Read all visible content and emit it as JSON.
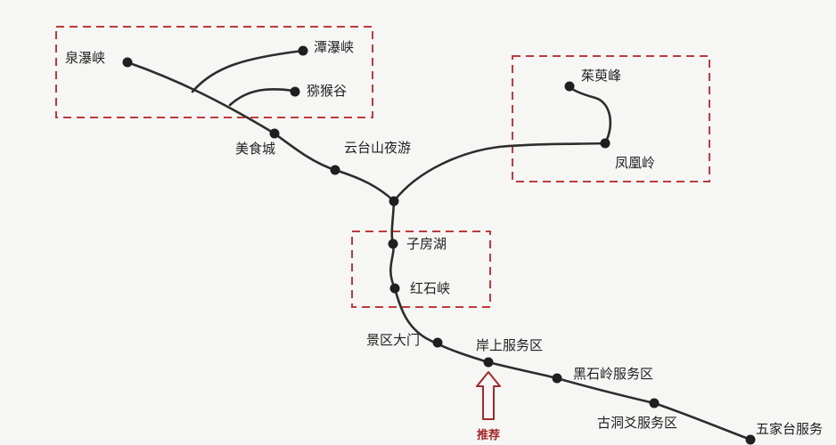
{
  "colors": {
    "route": "#2d2d2d",
    "station": "#1f1f1f",
    "region_border": "#c0393b",
    "recommend": "#a3282a",
    "background": "#f6f6f5"
  },
  "stations": {
    "quanpuxia": "泉瀑峡",
    "tanpuxia": "潭瀑峡",
    "mihougu": "猕猴谷",
    "meishicheng": "美食城",
    "yuntaishan_yeyou": "云台山夜游",
    "zhuyufeng": "茱萸峰",
    "fenghuangling": "凤凰岭",
    "zifanghu": "子房湖",
    "hongshixia": "红石峡",
    "jingqu_damen": "景区大门",
    "anshang_fuwuqu": "岸上服务区",
    "heishiling_fuwuqu": "黑石岭服务区",
    "gudongjiao_fuwuqu": "古洞爻服务区",
    "wujiatai_fuwu": "五家台服务"
  },
  "recommend": {
    "label": "推荐",
    "icon": "up-arrow-icon"
  }
}
